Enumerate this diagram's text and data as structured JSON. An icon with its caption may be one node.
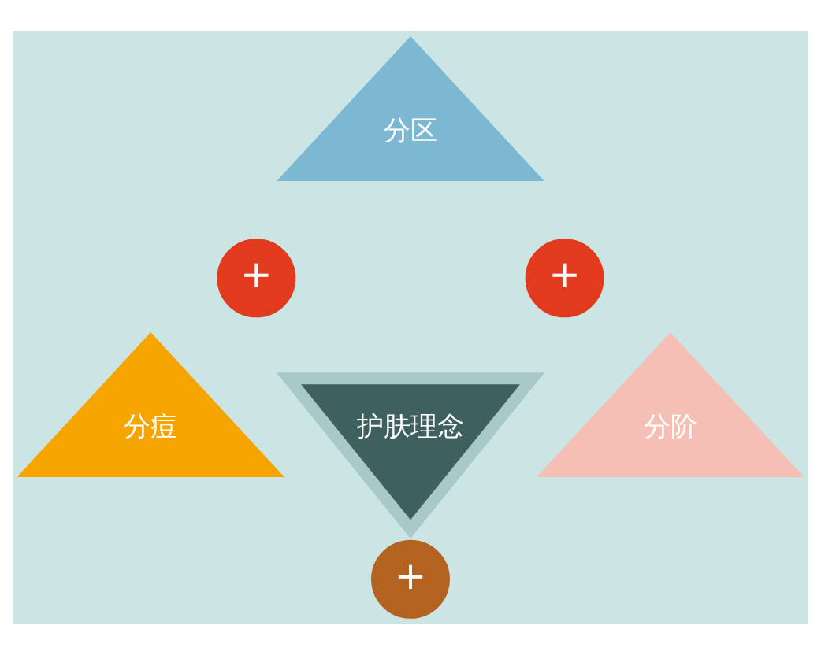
{
  "diagram": {
    "nodes": [
      {
        "text": [
          "分区"
        ]
      },
      {
        "text": [
          "+"
        ]
      },
      {
        "text": [
          "+"
        ]
      },
      {
        "text": [
          "分痘"
        ]
      },
      {
        "text": [
          "护肤理念"
        ]
      },
      {
        "text": [
          "分阶"
        ]
      },
      {
        "text": [
          "+"
        ]
      }
    ]
  }
}
